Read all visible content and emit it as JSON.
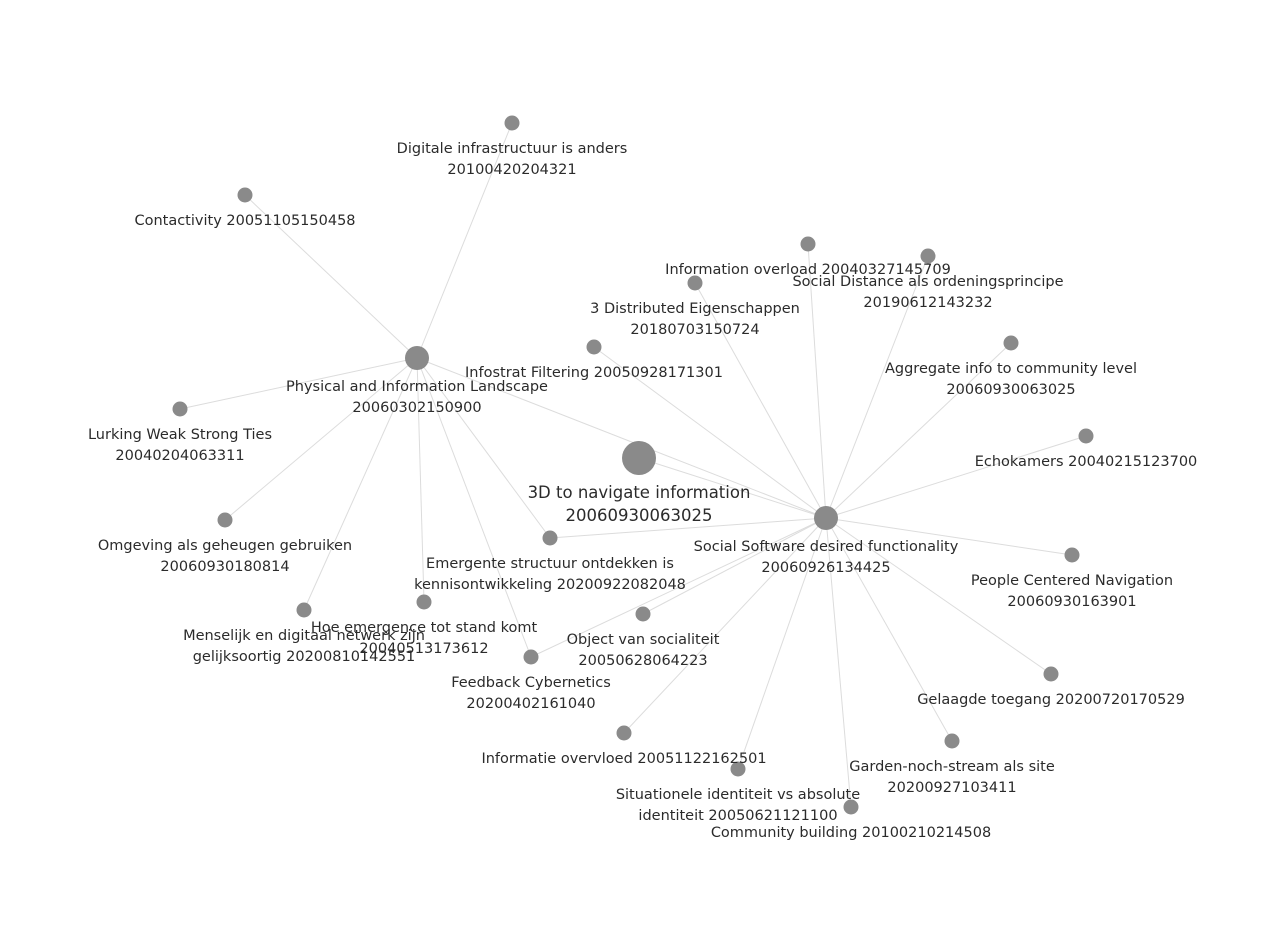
{
  "nodes": [
    {
      "id": "n3d",
      "name": "node-3d-navigate",
      "lines": [
        "3D to navigate information",
        "20060930063025"
      ],
      "size": "large"
    },
    {
      "id": "nphys",
      "name": "node-physical-information-landscape",
      "lines": [
        "Physical and Information Landscape",
        "20060302150900"
      ],
      "size": "medium"
    },
    {
      "id": "nsoc",
      "name": "node-social-software-desired-functionality",
      "lines": [
        "Social Software desired functionality",
        "20060926134425"
      ],
      "size": "medium"
    },
    {
      "id": "ndig",
      "name": "node-digitale-infrastructuur",
      "lines": [
        "Digitale infrastructuur is anders",
        "20100420204321"
      ],
      "size": "small"
    },
    {
      "id": "ncont",
      "name": "node-contactivity",
      "lines": [
        "Contactivity 20051105150458"
      ],
      "size": "small"
    },
    {
      "id": "nlurk",
      "name": "node-lurking-weak-strong-ties",
      "lines": [
        "Lurking Weak Strong Ties",
        "20040204063311"
      ],
      "size": "small"
    },
    {
      "id": "nomg",
      "name": "node-omgeving-als-geheugen",
      "lines": [
        "Omgeving als geheugen gebruiken",
        "20060930180814"
      ],
      "size": "small"
    },
    {
      "id": "nmens",
      "name": "node-menselijk-digitaal-netwerk",
      "lines": [
        "Menselijk en digitaal netwerk zijn",
        "gelijksoortig 20200810142551"
      ],
      "size": "small"
    },
    {
      "id": "nhoe",
      "name": "node-hoe-emergence",
      "lines": [
        "Hoe emergence tot stand komt",
        "20040513173612"
      ],
      "size": "small"
    },
    {
      "id": "nfeed",
      "name": "node-feedback-cybernetics",
      "lines": [
        "Feedback Cybernetics",
        "20200402161040"
      ],
      "size": "small"
    },
    {
      "id": "nemer",
      "name": "node-emergente-structuur",
      "lines": [
        "Emergente structuur ontdekken is",
        "kennisontwikkeling 20200922082048"
      ],
      "size": "small"
    },
    {
      "id": "ninfo",
      "name": "node-infostrat-filtering",
      "lines": [
        "Infostrat Filtering 20050928171301"
      ],
      "size": "small"
    },
    {
      "id": "n3dist",
      "name": "node-3-distributed-eigenschappen",
      "lines": [
        "3 Distributed Eigenschappen",
        "20180703150724"
      ],
      "size": "small"
    },
    {
      "id": "nover",
      "name": "node-information-overload",
      "lines": [
        "Information overload 20040327145709"
      ],
      "size": "small"
    },
    {
      "id": "nsdist",
      "name": "node-social-distance",
      "lines": [
        "Social Distance als ordeningsprincipe",
        "20190612143232"
      ],
      "size": "small"
    },
    {
      "id": "naggr",
      "name": "node-aggregate-info",
      "lines": [
        "Aggregate info to community level",
        "20060930063025"
      ],
      "size": "small"
    },
    {
      "id": "necho",
      "name": "node-echokamers",
      "lines": [
        "Echokamers 20040215123700"
      ],
      "size": "small"
    },
    {
      "id": "npeop",
      "name": "node-people-centered-navigation",
      "lines": [
        "People Centered Navigation",
        "20060930163901"
      ],
      "size": "small"
    },
    {
      "id": "ngela",
      "name": "node-gelaagde-toegang",
      "lines": [
        "Gelaagde toegang 20200720170529"
      ],
      "size": "small"
    },
    {
      "id": "ngard",
      "name": "node-garden-noch-stream",
      "lines": [
        "Garden-noch-stream als site",
        "20200927103411"
      ],
      "size": "small"
    },
    {
      "id": "ncomm",
      "name": "node-community-building",
      "lines": [
        "Community building 20100210214508"
      ],
      "size": "small"
    },
    {
      "id": "nsit",
      "name": "node-situationele-identiteit",
      "lines": [
        "Situationele identiteit vs absolute",
        "identiteit 20050621121100"
      ],
      "size": "small"
    },
    {
      "id": "ninfov",
      "name": "node-informatie-overvloed",
      "lines": [
        "Informatie overvloed 20051122162501"
      ],
      "size": "small"
    },
    {
      "id": "nobj",
      "name": "node-object-van-socialiteit",
      "lines": [
        "Object van socialiteit",
        "20050628064223"
      ],
      "size": "small"
    }
  ],
  "edges": [
    [
      "nphys",
      "ndig"
    ],
    [
      "nphys",
      "ncont"
    ],
    [
      "nphys",
      "nlurk"
    ],
    [
      "nphys",
      "nomg"
    ],
    [
      "nphys",
      "nmens"
    ],
    [
      "nphys",
      "nhoe"
    ],
    [
      "nphys",
      "nfeed"
    ],
    [
      "nphys",
      "nemer"
    ],
    [
      "nphys",
      "nsoc"
    ],
    [
      "nsoc",
      "n3d"
    ],
    [
      "nsoc",
      "ninfo"
    ],
    [
      "nsoc",
      "n3dist"
    ],
    [
      "nsoc",
      "nover"
    ],
    [
      "nsoc",
      "nsdist"
    ],
    [
      "nsoc",
      "naggr"
    ],
    [
      "nsoc",
      "necho"
    ],
    [
      "nsoc",
      "npeop"
    ],
    [
      "nsoc",
      "ngela"
    ],
    [
      "nsoc",
      "ngard"
    ],
    [
      "nsoc",
      "ncomm"
    ],
    [
      "nsoc",
      "nsit"
    ],
    [
      "nsoc",
      "ninfov"
    ],
    [
      "nsoc",
      "nobj"
    ],
    [
      "nsoc",
      "nemer"
    ],
    [
      "nsoc",
      "nfeed"
    ]
  ]
}
